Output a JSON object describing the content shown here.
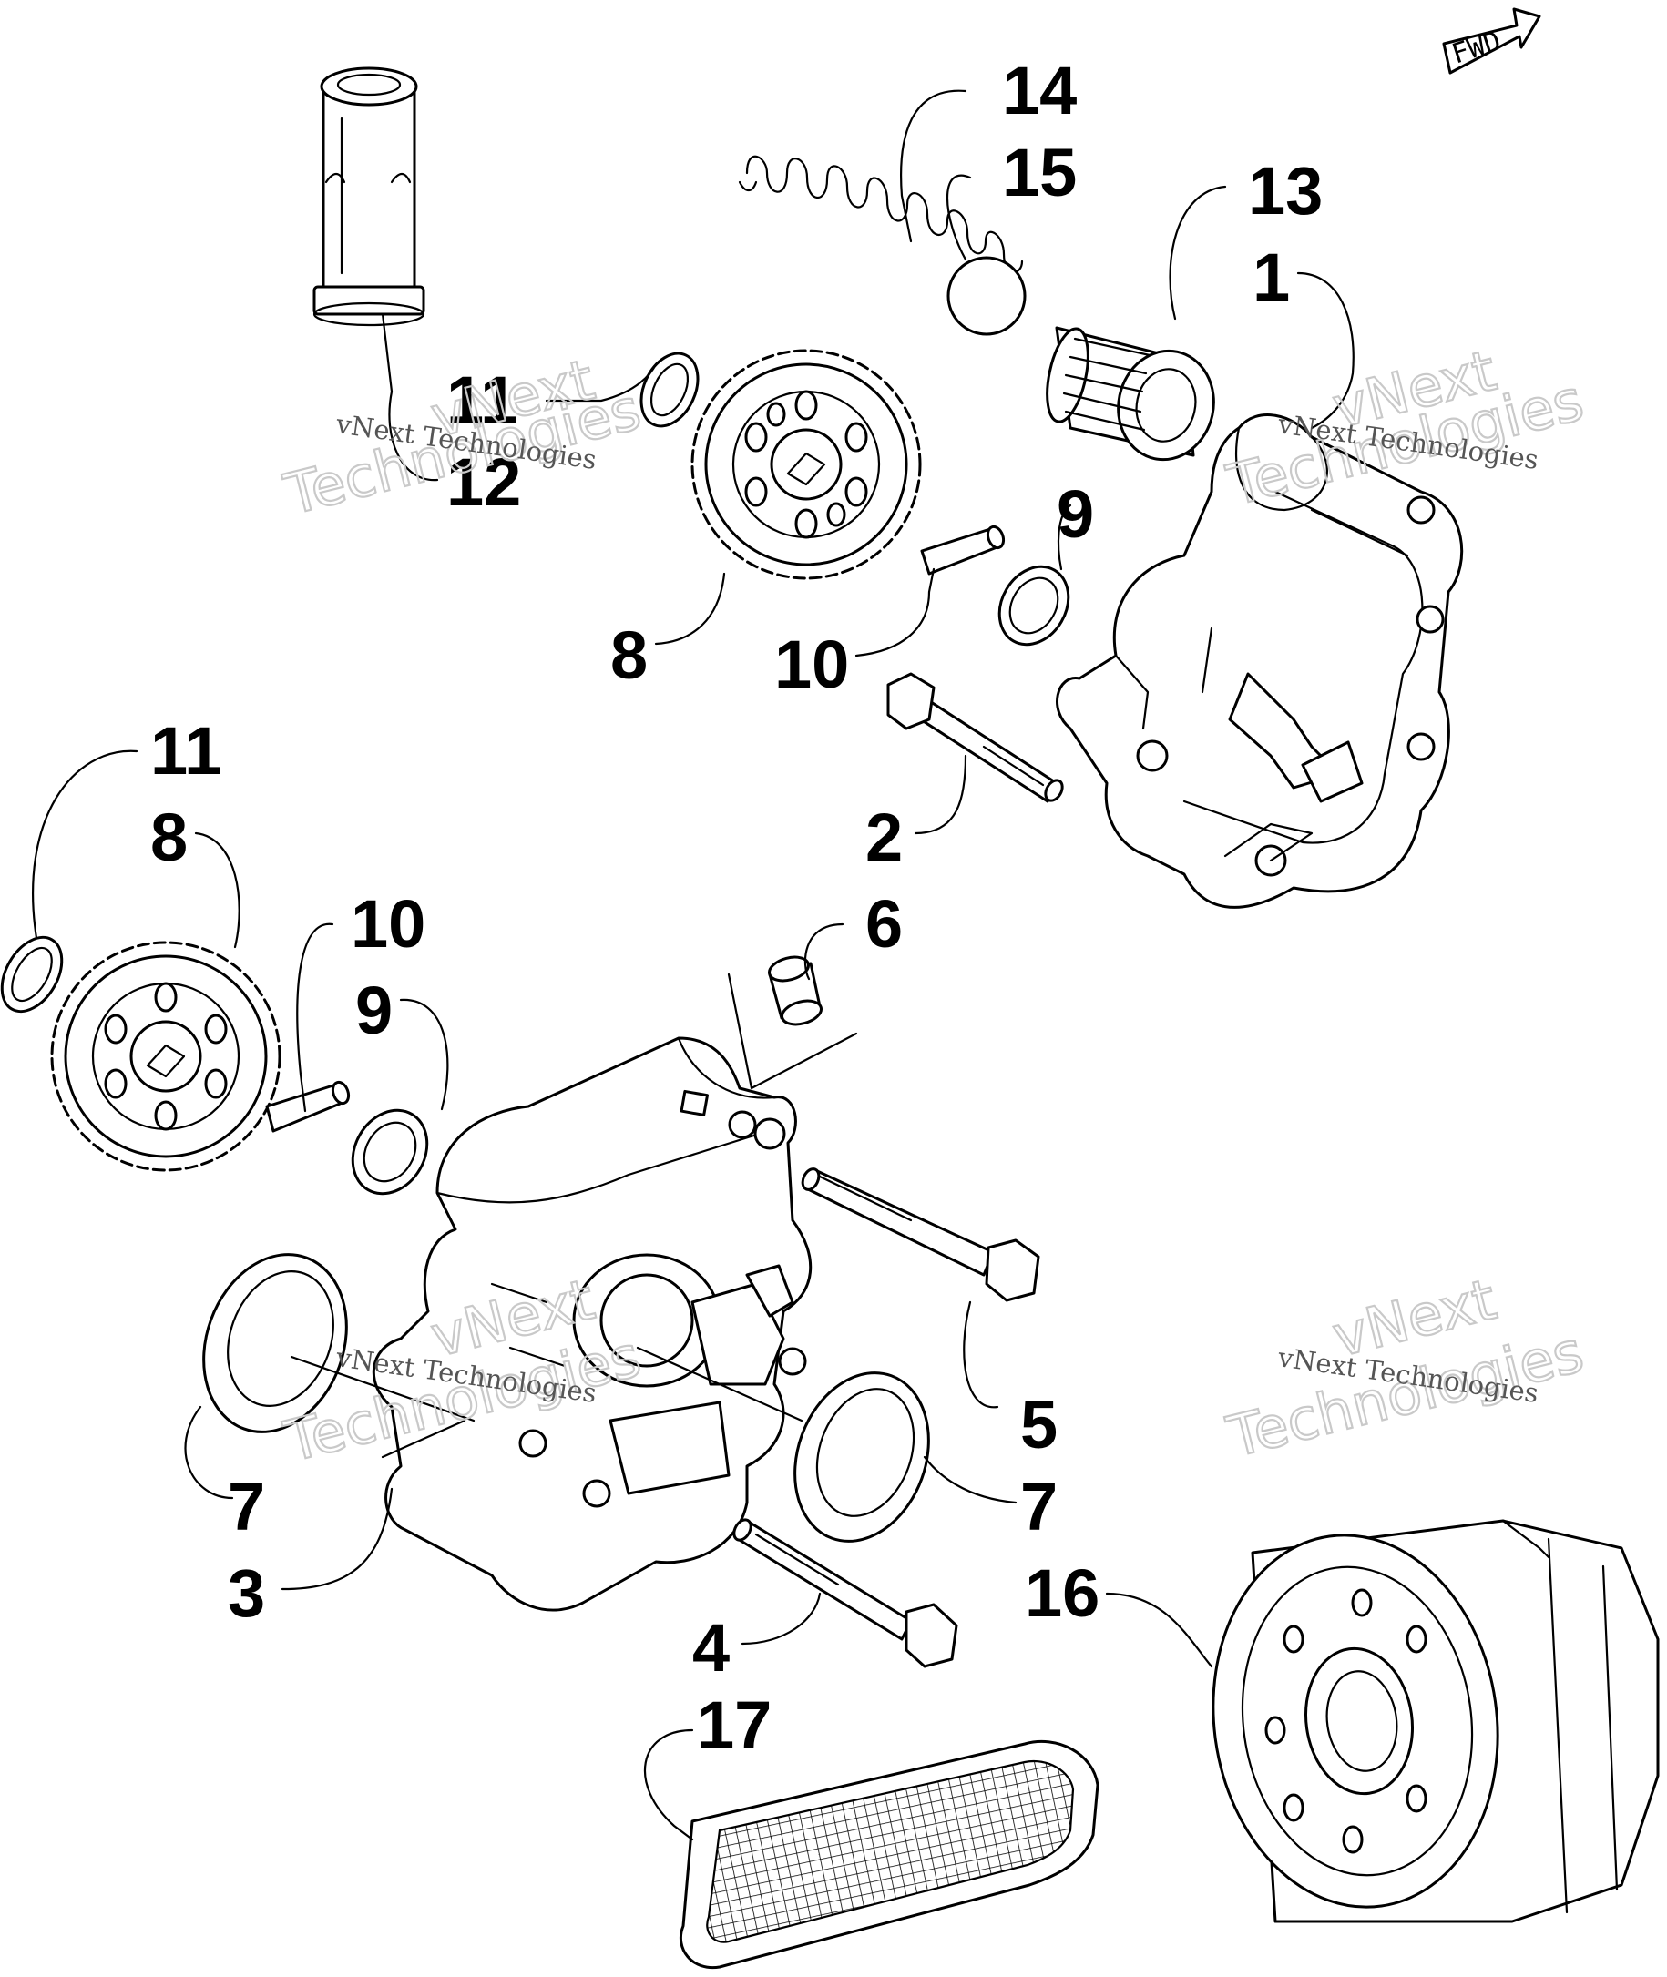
{
  "diagram": {
    "forward_label": "FWD",
    "callouts": {
      "c14": "14",
      "c15": "15",
      "c13": "13",
      "c1": "1",
      "c11a": "11",
      "c12": "12",
      "c9a": "9",
      "c8a": "8",
      "c10a": "10",
      "c2": "2",
      "c11b": "11",
      "c8b": "8",
      "c10b": "10",
      "c9b": "9",
      "c6": "6",
      "c5": "5",
      "c7a": "7",
      "c7b": "7",
      "c3": "3",
      "c16": "16",
      "c4": "4",
      "c17": "17"
    }
  },
  "watermark": {
    "brand_line1": "vNext",
    "brand_line2": "Technologies",
    "caption": "vNext Technologies"
  },
  "colors": {
    "line": "#000000",
    "background": "#ffffff",
    "watermark": "#c9c9c9"
  }
}
